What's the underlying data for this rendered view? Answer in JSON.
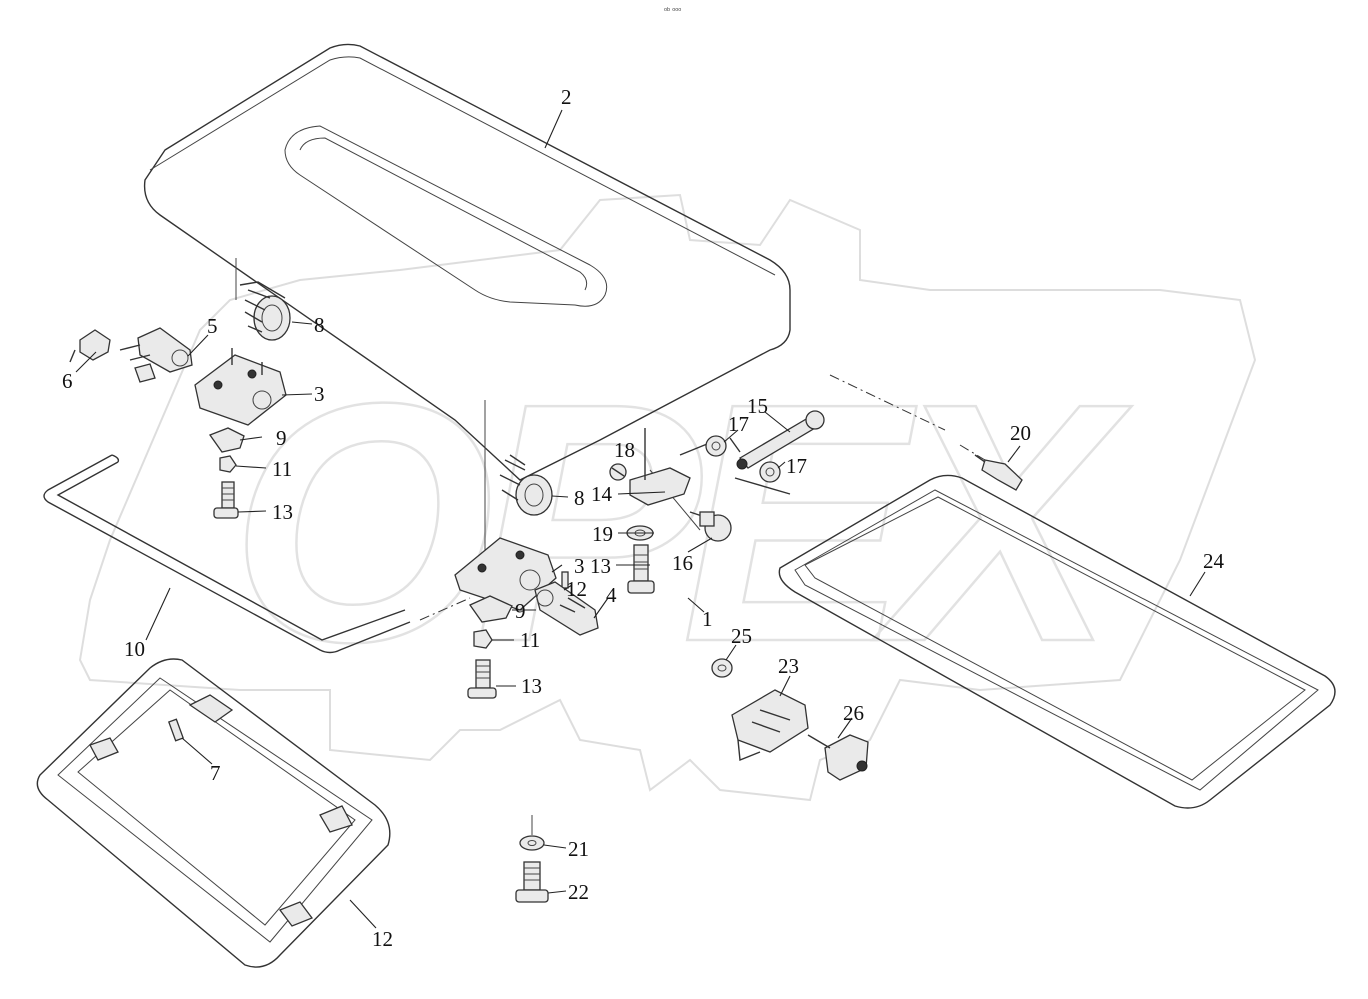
{
  "header": {
    "text": "ᵒᵇ ᵒᵒᵒ"
  },
  "watermark": {
    "text": "OPEX",
    "color": "#b8b8b8"
  },
  "callouts": [
    {
      "id": "c1",
      "label": "1"
    },
    {
      "id": "c2",
      "label": "2"
    },
    {
      "id": "c3a",
      "label": "3"
    },
    {
      "id": "c3b",
      "label": "3"
    },
    {
      "id": "c4",
      "label": "4"
    },
    {
      "id": "c5",
      "label": "5"
    },
    {
      "id": "c6",
      "label": "6"
    },
    {
      "id": "c7",
      "label": "7"
    },
    {
      "id": "c8a",
      "label": "8"
    },
    {
      "id": "c8b",
      "label": "8"
    },
    {
      "id": "c9a",
      "label": "9"
    },
    {
      "id": "c9b",
      "label": "9"
    },
    {
      "id": "c10",
      "label": "10"
    },
    {
      "id": "c11a",
      "label": "11"
    },
    {
      "id": "c11b",
      "label": "11"
    },
    {
      "id": "c12a",
      "label": "12"
    },
    {
      "id": "c12b",
      "label": "12"
    },
    {
      "id": "c13a",
      "label": "13"
    },
    {
      "id": "c13b",
      "label": "13"
    },
    {
      "id": "c13c",
      "label": "13"
    },
    {
      "id": "c14",
      "label": "14"
    },
    {
      "id": "c15",
      "label": "15"
    },
    {
      "id": "c16",
      "label": "16"
    },
    {
      "id": "c17a",
      "label": "17"
    },
    {
      "id": "c17b",
      "label": "17"
    },
    {
      "id": "c18",
      "label": "18"
    },
    {
      "id": "c19",
      "label": "19"
    },
    {
      "id": "c20",
      "label": "20"
    },
    {
      "id": "c21",
      "label": "21"
    },
    {
      "id": "c22",
      "label": "22"
    },
    {
      "id": "c23",
      "label": "23"
    },
    {
      "id": "c24",
      "label": "24"
    },
    {
      "id": "c25",
      "label": "25"
    },
    {
      "id": "c26",
      "label": "26"
    }
  ]
}
